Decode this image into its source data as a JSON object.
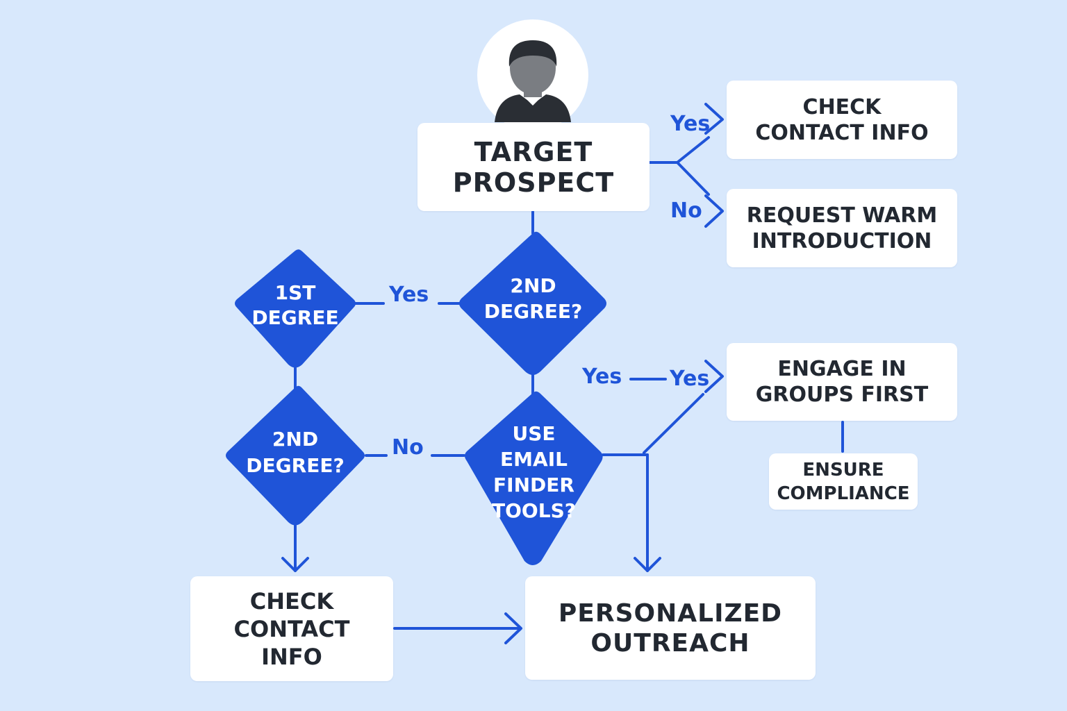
{
  "colors": {
    "background": "#d8e8fc",
    "accent": "#1f54d8",
    "box": "#ffffff",
    "box_text": "#222831",
    "diamond_text": "#ffffff"
  },
  "avatar": {
    "icon": "person-icon"
  },
  "nodes": {
    "target_prospect": "TARGET\nPROSPECT",
    "check_contact_top": "CHECK\nCONTACT INFO",
    "request_warm_intro": "REQUEST WARM\nINTRODUCTION",
    "first_degree": "1ST\nDEGREE",
    "second_degree_center": "2ND\nDEGREE?",
    "second_degree_left": "2ND\nDEGREE?",
    "email_finder": "USE\nEMAIL\nFINDER\nTOOLS?",
    "engage_groups": "ENGAGE IN\nGROUPS FIRST",
    "ensure_compliance": "ENSURE\nCOMPLIANCE",
    "check_contact_bottom": "CHECK\nCONTACT\nINFO",
    "personalized_outreach": "PERSONALIZED\nOUTREACH"
  },
  "edge_labels": {
    "yes_top": "Yes",
    "no_top": "No",
    "yes_first_degree": "Yes",
    "no_left": "No",
    "yes_mid_left": "Yes",
    "yes_mid_right": "Yes"
  }
}
